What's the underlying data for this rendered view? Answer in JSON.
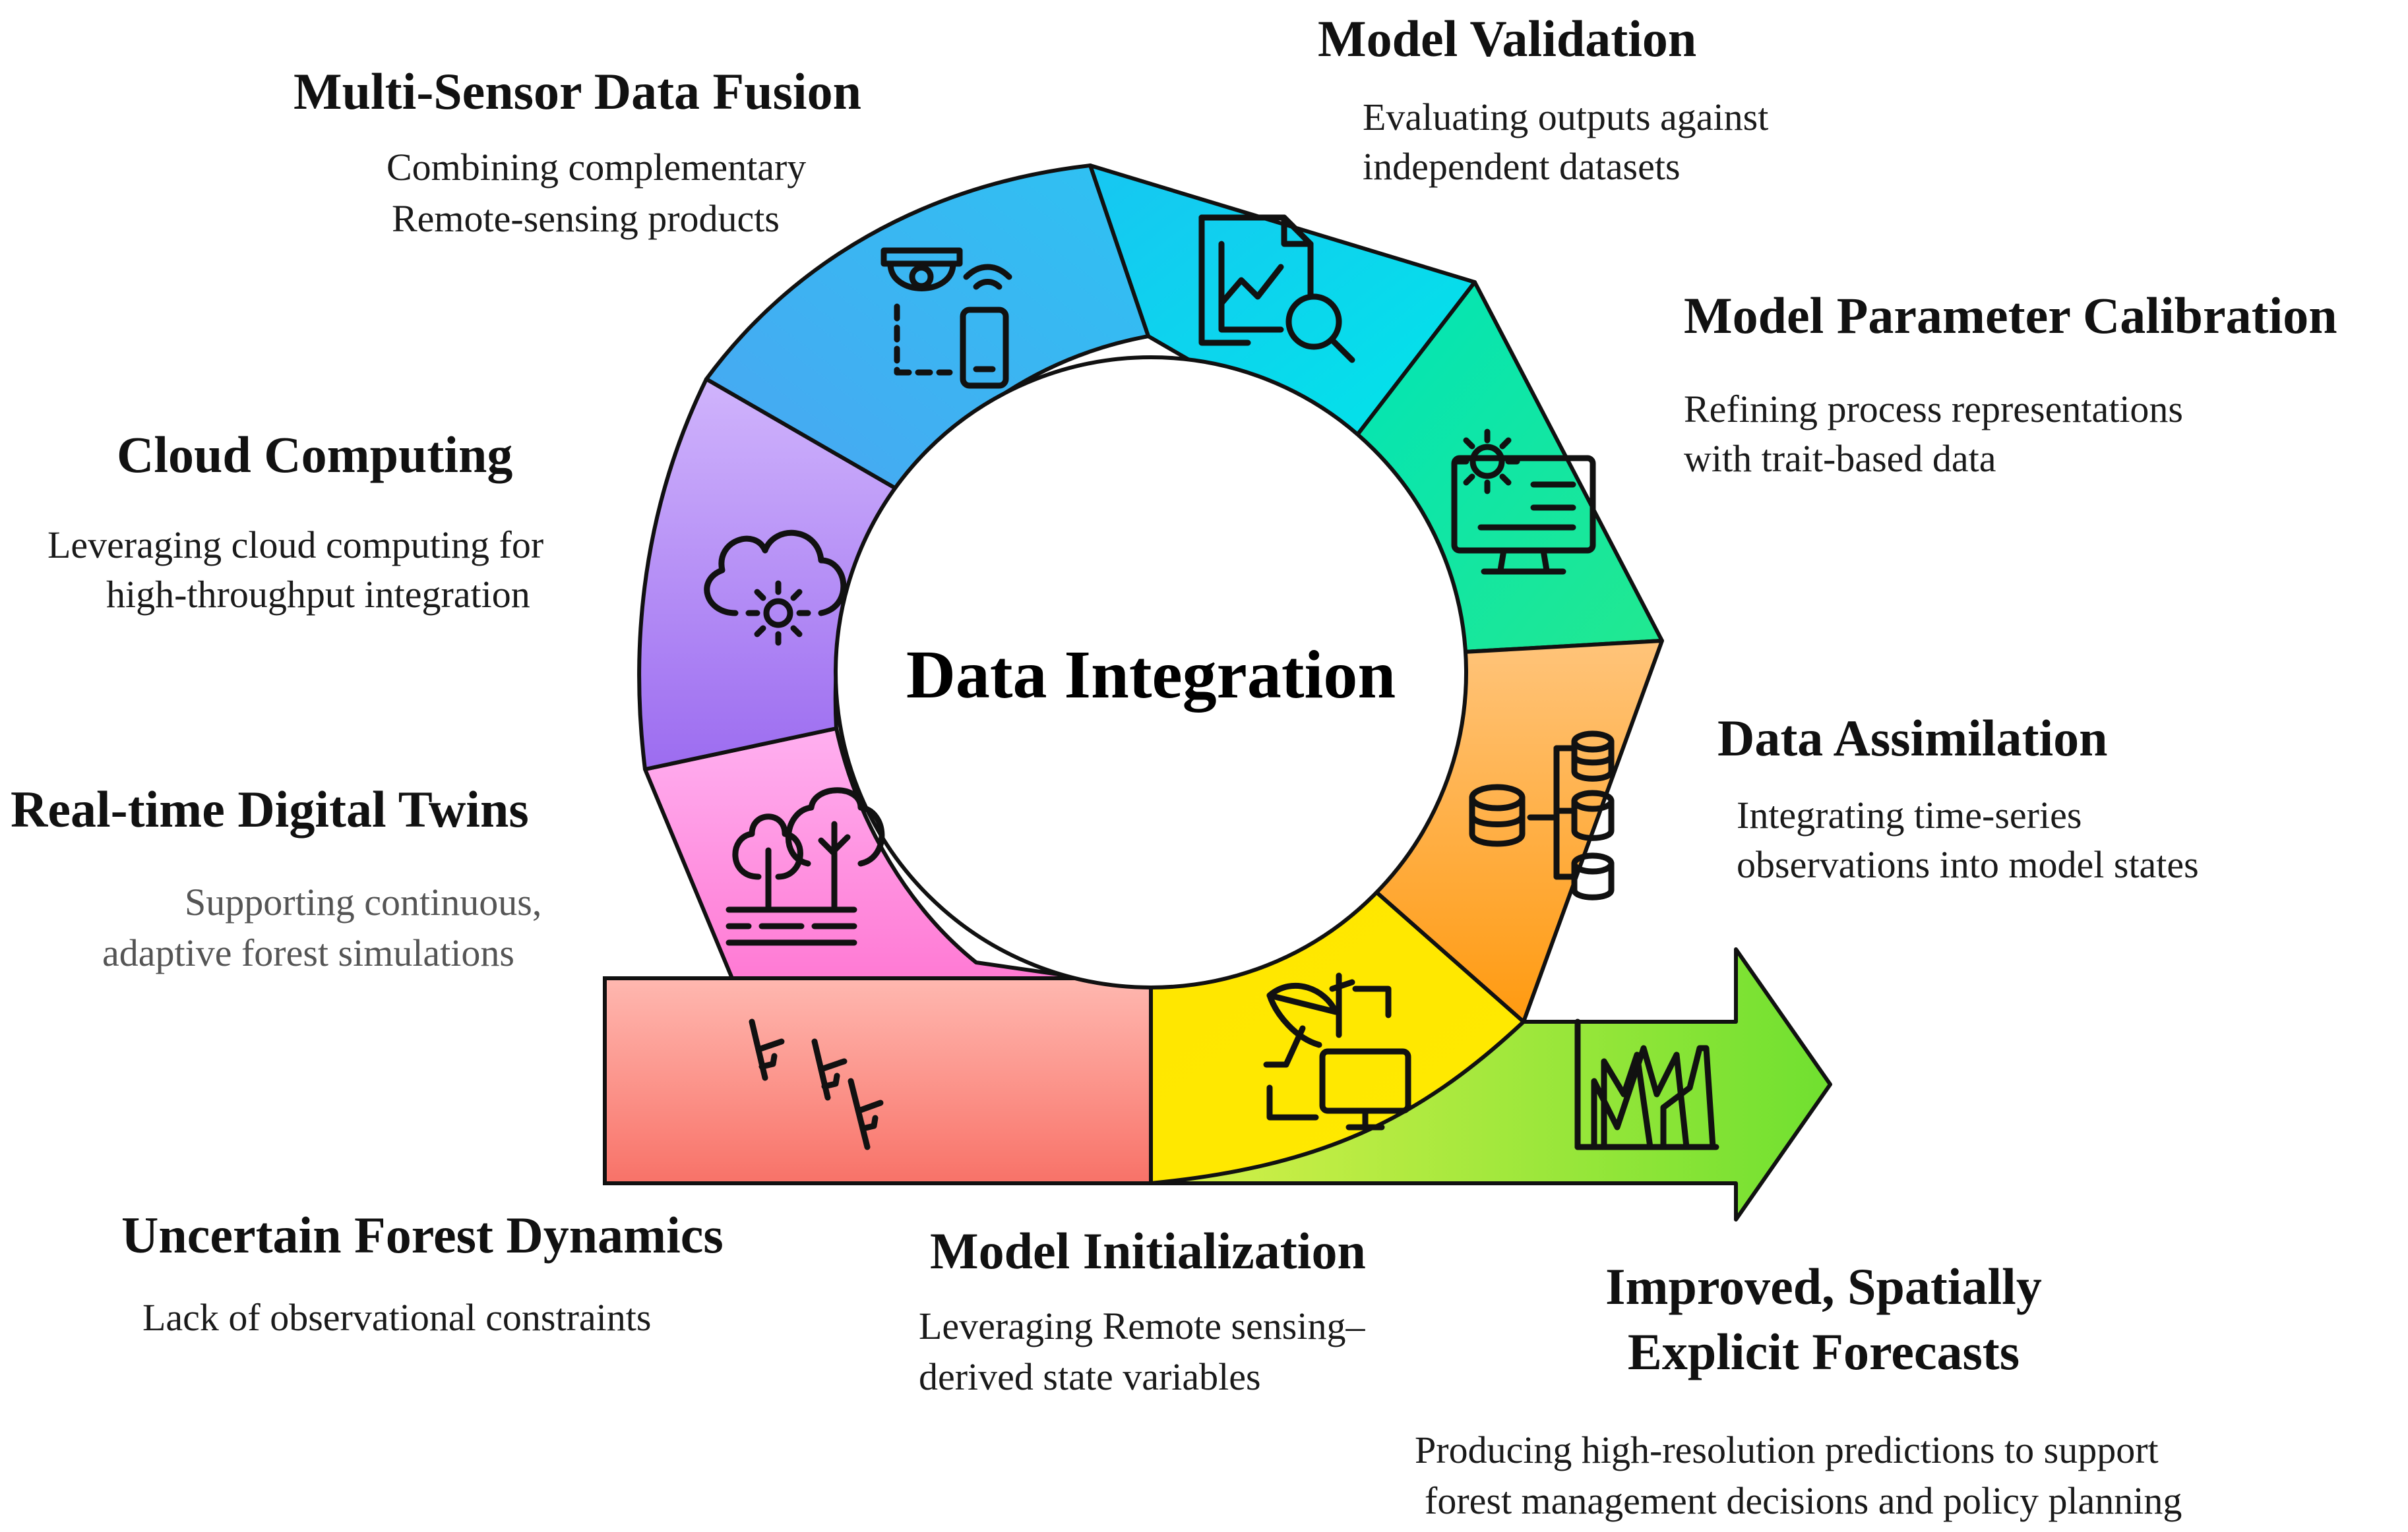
{
  "center_title": "Data Integration",
  "stages": [
    {
      "key": "model_validation",
      "title": "Model Validation",
      "lines": [
        "Evaluating outputs against",
        "independent datasets"
      ],
      "icon": "chart-search-icon",
      "color": "#00d9ee"
    },
    {
      "key": "parameter_calibration",
      "title": "Model Parameter Calibration",
      "lines": [
        "Refining process representations",
        "with trait-based data"
      ],
      "icon": "monitor-gear-icon",
      "color": "#00e0a8"
    },
    {
      "key": "data_assimilation",
      "title": "Data Assimilation",
      "lines": [
        "Integrating time-series",
        "observations into model states"
      ],
      "icon": "database-tree-icon",
      "color": "#ffb04a"
    },
    {
      "key": "model_initialization",
      "title": "Model Initialization",
      "lines": [
        "Leveraging Remote sensing–",
        "derived state variables"
      ],
      "icon": "satellite-monitor-icon",
      "color": "#ffe000"
    },
    {
      "key": "uncertain_dynamics",
      "title": "Uncertain Forest Dynamics",
      "lines": [
        "Lack of observational constraints"
      ],
      "icon": "tree-branches-icon",
      "color": "#fb8a86"
    },
    {
      "key": "digital_twins",
      "title": "Real-time Digital Twins",
      "lines": [
        "Supporting continuous,",
        "adaptive forest simulations"
      ],
      "icon": "forest-trees-icon",
      "color": "#ff9ee0"
    },
    {
      "key": "cloud_computing",
      "title": "Cloud Computing",
      "lines": [
        "Leveraging cloud computing for",
        "high-throughput integration"
      ],
      "icon": "cloud-gear-icon",
      "color": "#b08cf4"
    },
    {
      "key": "multi_sensor",
      "title": "Multi-Sensor Data Fusion",
      "lines": [
        "Combining complementary",
        "Remote-sensing products"
      ],
      "icon": "camera-phone-icon",
      "color": "#3ab6f0"
    },
    {
      "key": "improved_forecasts",
      "title_lines": [
        "Improved, Spatially",
        "Explicit Forecasts"
      ],
      "lines": [
        "Producing high-resolution predictions to support",
        "forest management decisions and policy planning"
      ],
      "icon": "forecast-chart-icon",
      "color": "#8ee63a"
    }
  ]
}
